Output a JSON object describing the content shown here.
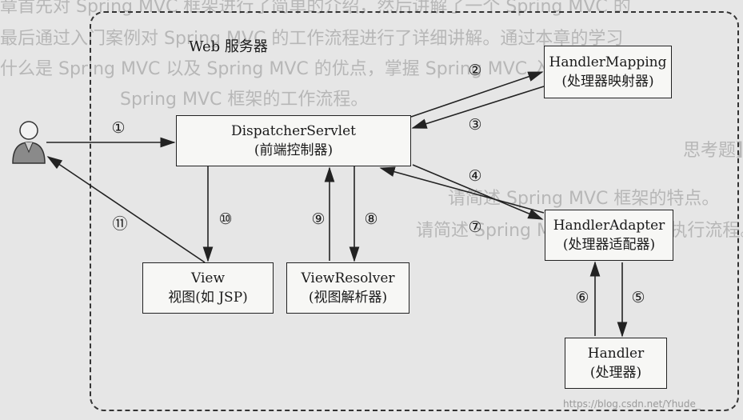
{
  "diagram": {
    "frame_label": "Web 服务器",
    "nodes": {
      "dispatcher": {
        "name": "DispatcherServlet",
        "desc": "(前端控制器)"
      },
      "mapping": {
        "name": "HandlerMapping",
        "desc": "(处理器映射器)"
      },
      "adapter": {
        "name": "HandlerAdapter",
        "desc": "(处理器适配器)"
      },
      "view": {
        "name": "View",
        "desc": "视图(如 JSP)"
      },
      "resolver": {
        "name": "ViewResolver",
        "desc": "(视图解析器)"
      },
      "handler": {
        "name": "Handler",
        "desc": "(处理器)"
      }
    },
    "steps": [
      "①",
      "②",
      "③",
      "④",
      "⑤",
      "⑥",
      "⑦",
      "⑧",
      "⑨",
      "⑩",
      "⑪"
    ],
    "user_icon": "user-icon"
  },
  "background": {
    "lines": [
      "章首先对 Spring MVC 框架进行了简单的介绍，然后讲解了一个 Spring MVC 的",
      "最后通过入门案例对 Spring MVC 的工作流程进行了详细讲解。通过本章的学习",
      "什么是 Spring MVC 以及 Spring MVC 的优点，掌握 Spring MVC 入门程序的",
      "Spring MVC 框架的工作流程。",
      "思考题】",
      "请简述 Spring MVC 框架的特点。",
      "请简述 Spring MVC 框架的工作执行流程。"
    ],
    "watermark": "https://blog.csdn.net/Yhude_"
  }
}
